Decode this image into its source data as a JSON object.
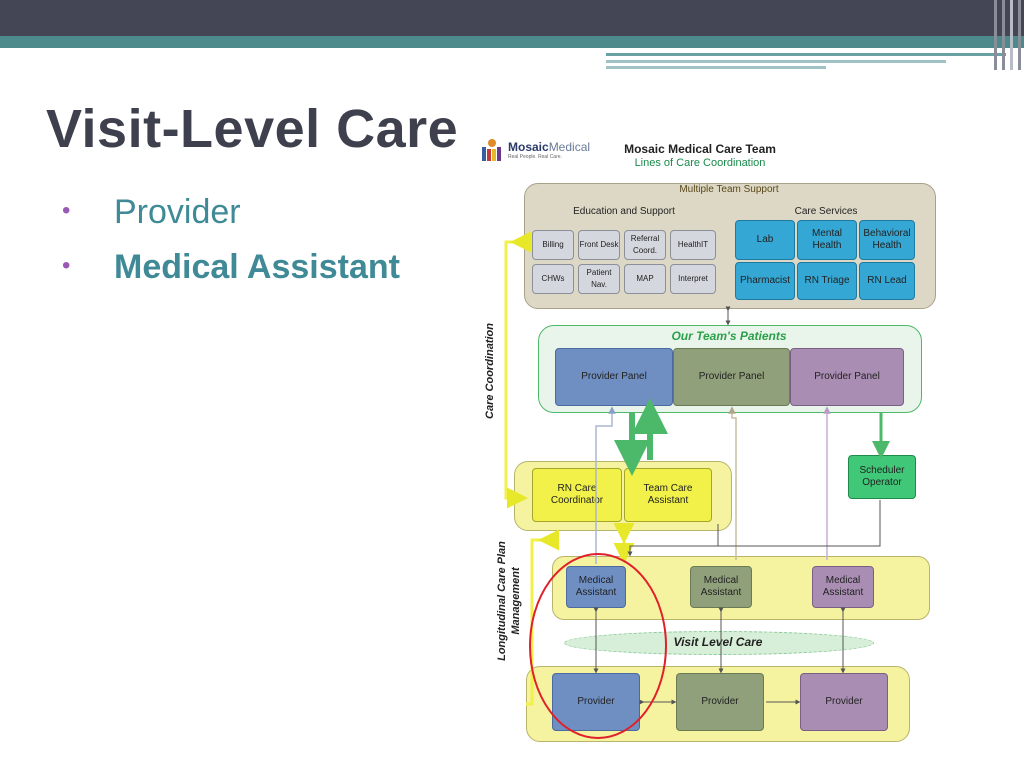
{
  "slide": {
    "title": "Visit-Level Care",
    "bullets": [
      {
        "text": "Provider",
        "bold": false
      },
      {
        "text": "Medical Assistant",
        "bold": true
      }
    ]
  },
  "logo": {
    "name": "Mosaic",
    "name2": "Medical",
    "tagline": "Real People. Real Care."
  },
  "diagram": {
    "title": "Mosaic Medical Care Team",
    "subtitle": "Lines of Care Coordination",
    "support": {
      "label": "Multiple Team Support",
      "education_label": "Education and Support",
      "services_label": "Care Services",
      "education_items": [
        "Billing",
        "Front Desk",
        "Referral Coord.",
        "HealthIT",
        "CHWs",
        "Patient Nav.",
        "MAP",
        "Interpret"
      ],
      "service_items": [
        "Lab",
        "Mental Health",
        "Behavioral Health",
        "Pharmacist",
        "RN Triage",
        "RN Lead"
      ]
    },
    "patients": {
      "label": "Our Team's Patients",
      "panels": [
        "Provider Panel",
        "Provider Panel",
        "Provider Panel"
      ]
    },
    "rn": {
      "coordinator": "RN Care Coordinator",
      "assistant": "Team Care Assistant"
    },
    "scheduler": "Scheduler Operator",
    "side_labels": {
      "care_coordination": "Care Coordination",
      "longitudinal": "Longitudinal Care Plan Management"
    },
    "medical_assistants": [
      "Medical Assistant",
      "Medical Assistant",
      "Medical Assistant"
    ],
    "visit_level_care": "Visit Level Care",
    "providers": [
      "Provider",
      "Provider",
      "Provider"
    ],
    "colors": {
      "blue": "#6f8fc3",
      "green": "#8fa07a",
      "purple": "#a98db3",
      "yellow": "#f1f149",
      "highlight": "#e0202a"
    }
  }
}
